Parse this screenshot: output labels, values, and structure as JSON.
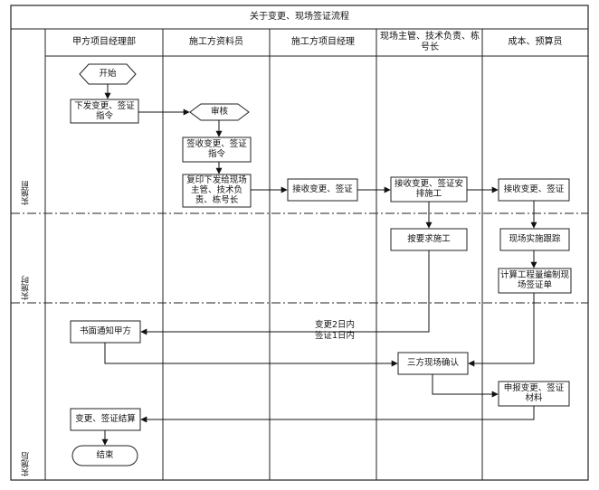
{
  "title": "关于变更、现场签证流程",
  "lanes": [
    "甲方项目经理部",
    "施工方资料员",
    "施工方项目经理",
    "现场主管、技术负责、栋号长",
    "成本、预算员"
  ],
  "phases": [
    "实施前",
    "实施时",
    "实施后"
  ],
  "nodes": {
    "start": "开始",
    "issue": "下发变更、签证指令",
    "review": "审核",
    "sign_receive": "签收变更、签证指令",
    "copy": "复印下发给现场主管、技术负责、栋号长",
    "pm_receive": "接收变更、签证",
    "site_receive": "接收变更、签证安排施工",
    "cost_receive": "接收变更、签证",
    "construct": "按要求施工",
    "track": "现场实施跟踪",
    "calc": "计算工程量编制现场签证单",
    "notify": "书面通知甲方",
    "confirm": "三方现场确认",
    "report": "申报变更、签证材料",
    "settle": "变更、签证结算",
    "end": "结束"
  },
  "edge_label": "变更2日内\n签证1日内"
}
